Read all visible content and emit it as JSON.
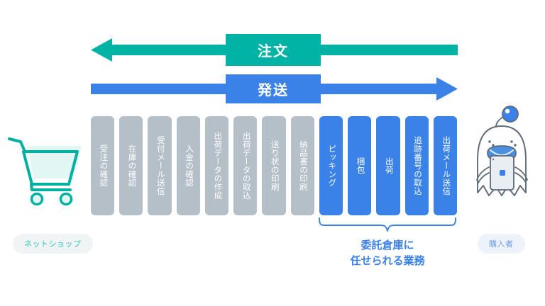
{
  "diagram": {
    "title": "EC order fulfillment flow",
    "colors": {
      "order_green": "#00b3a4",
      "ship_blue": "#3b82e8",
      "inhouse_gray": "#b4bfc8",
      "background": "#ffffff"
    }
  },
  "arrows": [
    {
      "id": "order-arrow",
      "label": "注文",
      "direction": "left",
      "color": "#00b3a4"
    },
    {
      "id": "shipping-arrow",
      "label": "発送",
      "direction": "right",
      "color": "#3b82e8"
    }
  ],
  "process_boxes": [
    {
      "label": "受注の確認",
      "group": "shop",
      "color": "#b4bfc8"
    },
    {
      "label": "在庫の確認",
      "group": "shop",
      "color": "#b4bfc8"
    },
    {
      "label": "受付メール送信",
      "group": "shop",
      "color": "#b4bfc8"
    },
    {
      "label": "入金の確認",
      "group": "shop",
      "color": "#b4bfc8"
    },
    {
      "label": "出荷データの作成",
      "group": "shop",
      "color": "#b4bfc8"
    },
    {
      "label": "出荷データの取込",
      "group": "shop",
      "color": "#b4bfc8"
    },
    {
      "label": "送り状の印刷",
      "group": "shop",
      "color": "#b4bfc8"
    },
    {
      "label": "納品書の印刷",
      "group": "shop",
      "color": "#b4bfc8"
    },
    {
      "label": "ピッキング",
      "group": "warehouse",
      "color": "#3b82e8"
    },
    {
      "label": "梱包",
      "group": "warehouse",
      "color": "#3b82e8"
    },
    {
      "label": "出荷",
      "group": "warehouse",
      "color": "#3b82e8"
    },
    {
      "label": "追跡番号の取込",
      "group": "warehouse",
      "color": "#3b82e8"
    },
    {
      "label": "出荷メール送信",
      "group": "warehouse",
      "color": "#3b82e8"
    }
  ],
  "bracket_caption": {
    "line1": "委託倉庫に",
    "line2": "任せられる業務",
    "color": "#3b82e8"
  },
  "endpoints": {
    "left": {
      "label": "ネットショップ",
      "icon": "shopping-cart-icon",
      "color": "#2ec4b6"
    },
    "right": {
      "label": "購入者",
      "icon": "buyer-mascot-icon",
      "color": "#6f9fe8"
    }
  }
}
